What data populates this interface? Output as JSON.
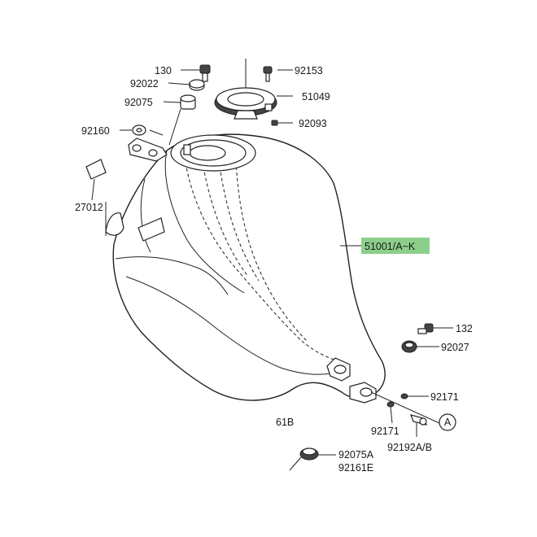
{
  "labels": {
    "p130": "130",
    "p92022": "92022",
    "p92075": "92075",
    "p92160": "92160",
    "p27012": "27012",
    "p92153": "92153",
    "p51049": "51049",
    "p92093": "92093",
    "p51001": "51001/A~K",
    "p132": "132",
    "p92027": "92027",
    "p92171a": "92171",
    "p92171b": "92171",
    "p61b": "61B",
    "p92192": "92192A/B",
    "p92075a": "92075A",
    "p92161e": "92161E",
    "ref_a": "A"
  },
  "colors": {
    "highlight": "#8dcf8a",
    "line": "#222222"
  }
}
